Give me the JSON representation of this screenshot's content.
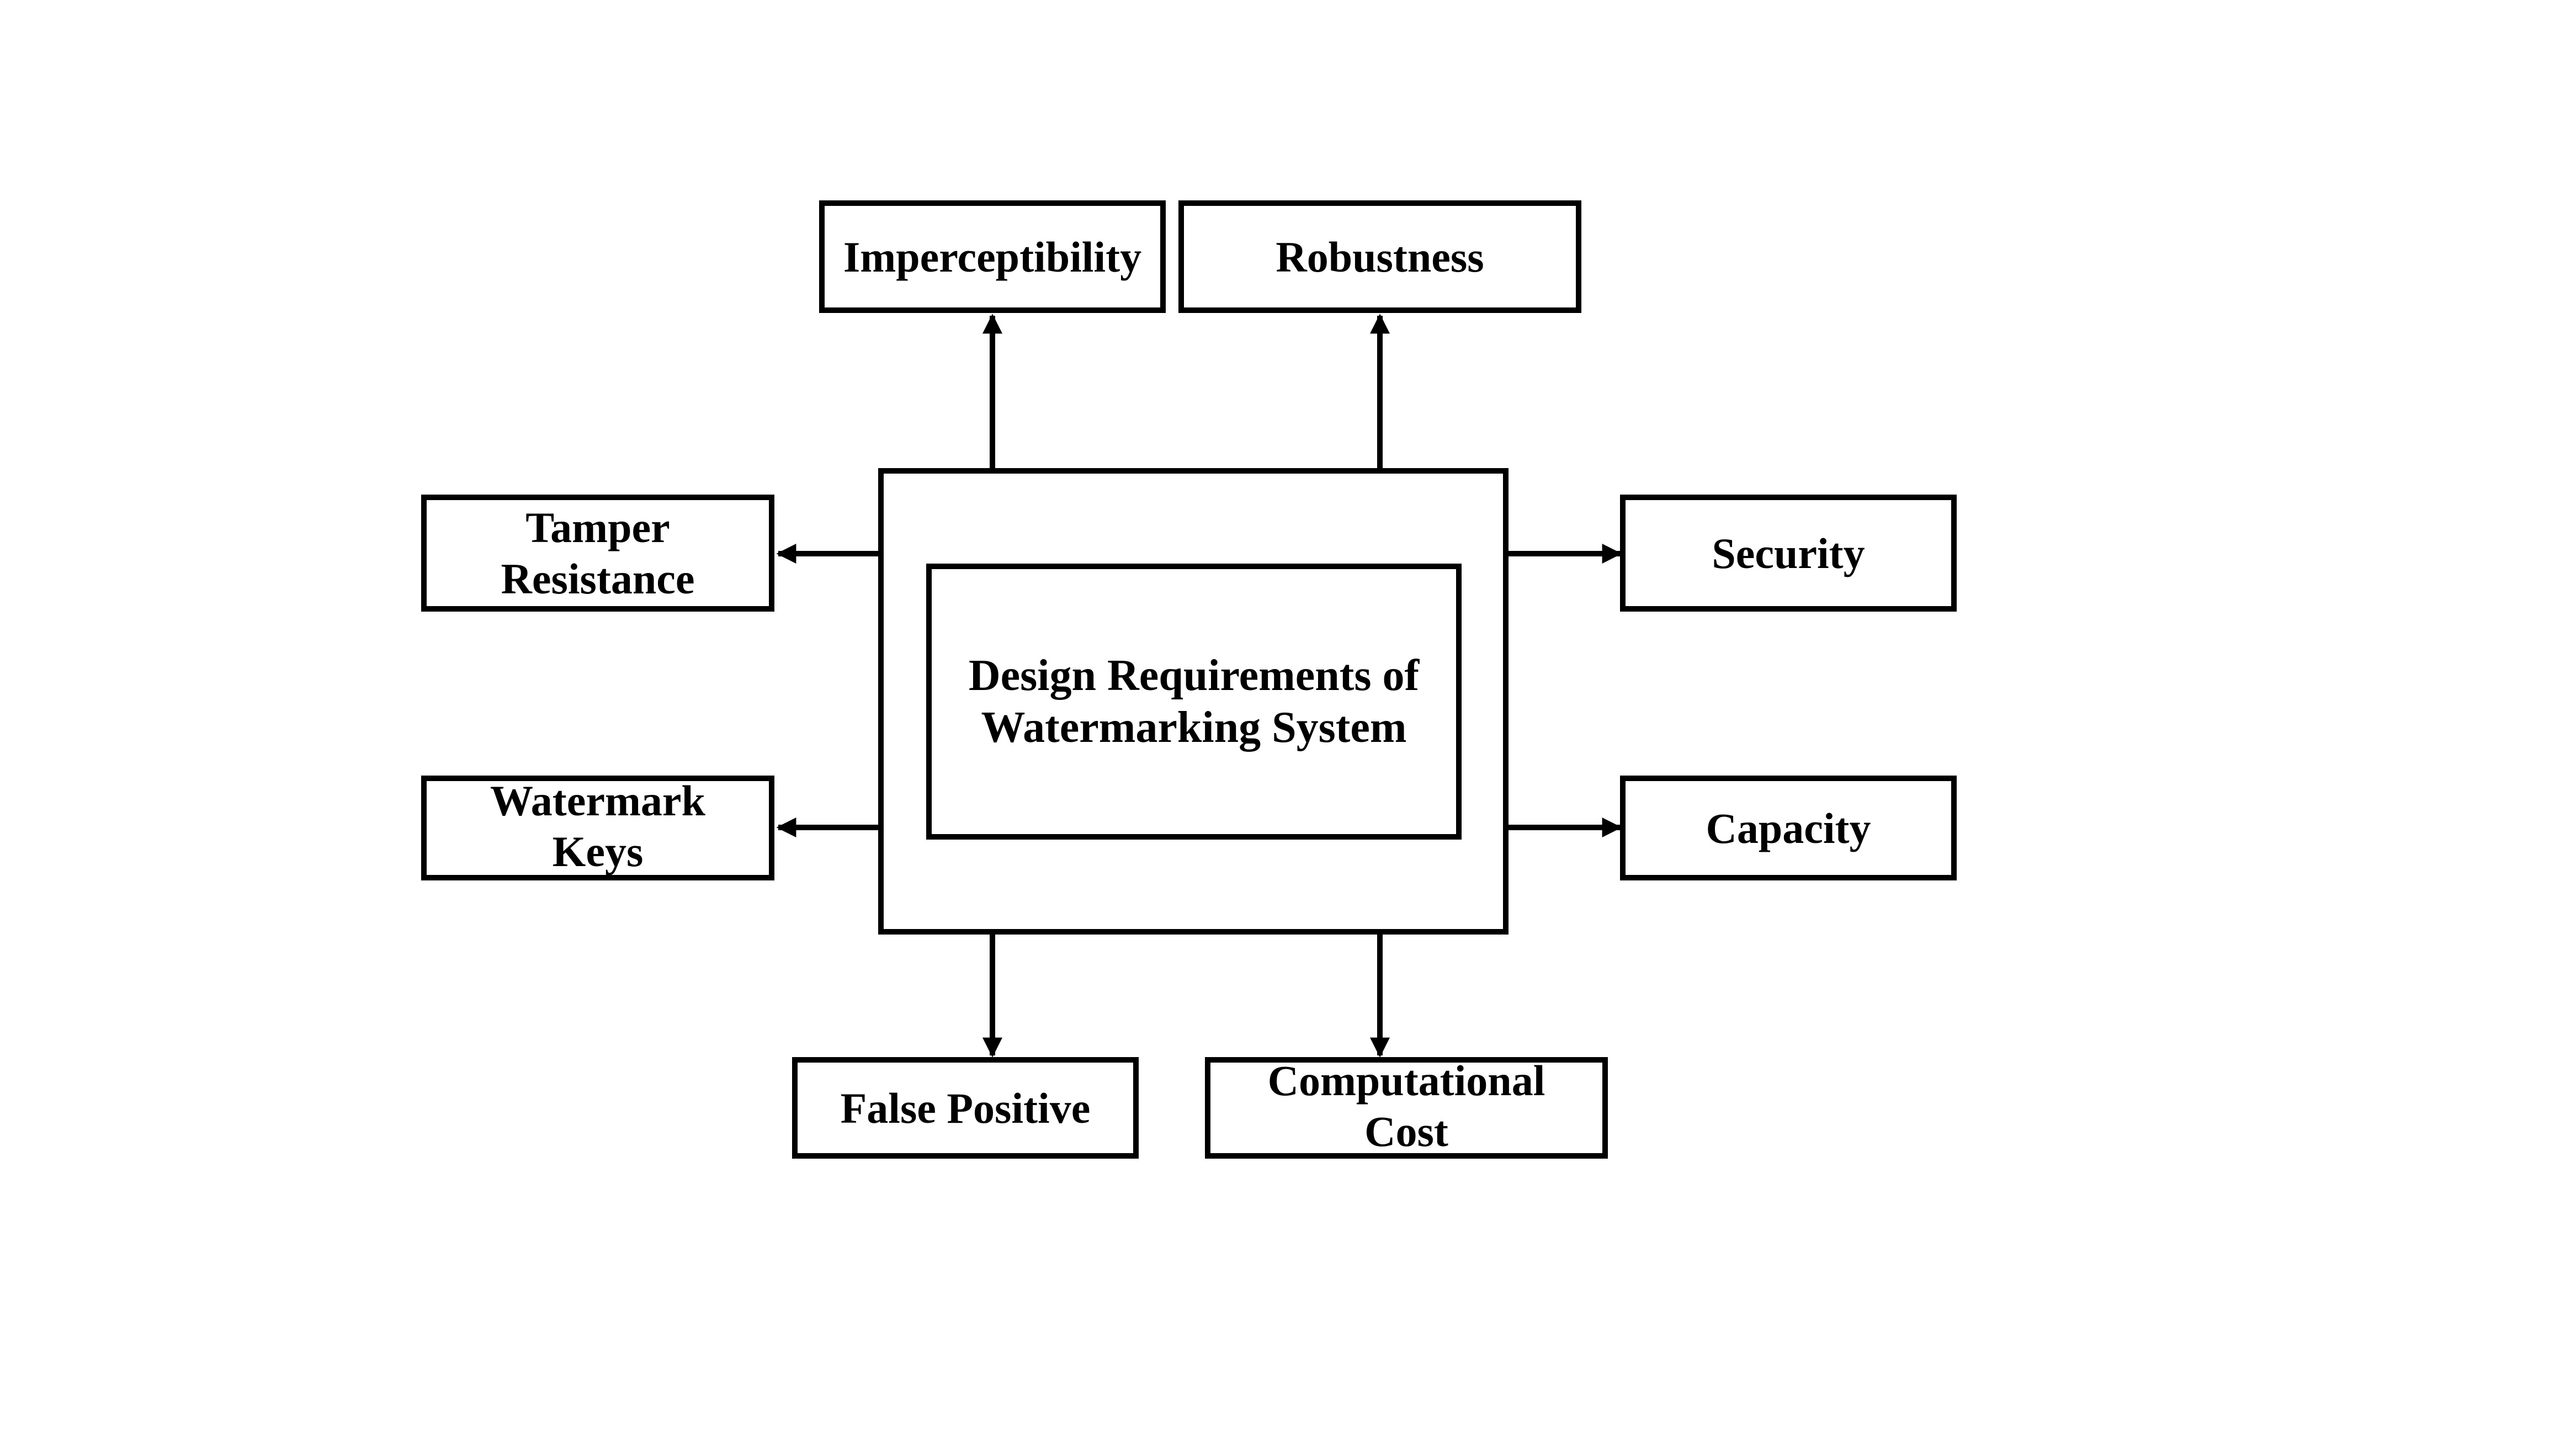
{
  "diagram": {
    "center": "Design Requirements of\nWatermarking System",
    "top": {
      "left": "Imperceptibility",
      "right": "Robustness"
    },
    "left": {
      "upper": "Tamper\nResistance",
      "lower": "Watermark\nKeys"
    },
    "right": {
      "upper": "Security",
      "lower": "Capacity"
    },
    "bottom": {
      "left": "False Positive",
      "right": "Computational\nCost"
    }
  },
  "colors": {
    "stroke": "#000000",
    "background": "#ffffff"
  }
}
